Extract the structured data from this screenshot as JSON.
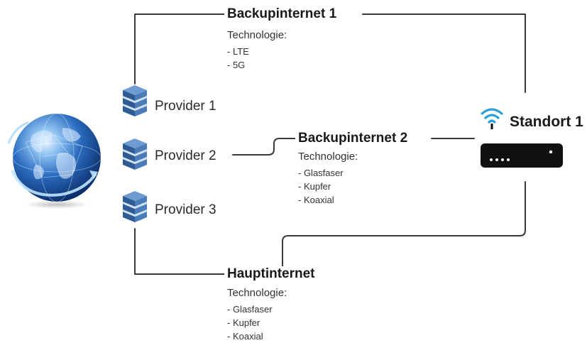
{
  "providers": [
    {
      "label": "Provider 1"
    },
    {
      "label": "Provider 2"
    },
    {
      "label": "Provider 3"
    }
  ],
  "connections": {
    "backup1": {
      "title": "Backupinternet 1",
      "tech_label": "Technologie:",
      "items": [
        "- LTE",
        "- 5G"
      ]
    },
    "backup2": {
      "title": "Backupinternet 2",
      "tech_label": "Technologie:",
      "items": [
        "- Glasfaser",
        "- Kupfer",
        "- Koaxial"
      ]
    },
    "main": {
      "title": "Hauptinternet",
      "tech_label": "Technologie:",
      "items": [
        "- Glasfaser",
        "- Kupfer",
        "- Koaxial"
      ]
    }
  },
  "site": {
    "label": "Standort 1"
  },
  "icons": {
    "globe": "globe-icon",
    "server": "server-icon",
    "router": "router-icon",
    "wifi": "wifi-icon"
  },
  "colors": {
    "line": "#3a3a3a",
    "server_blue": "#3f6ea8",
    "router_black": "#111111",
    "wifi_blue": "#2a9fd6",
    "globe_blue": "#1f5fa8"
  }
}
